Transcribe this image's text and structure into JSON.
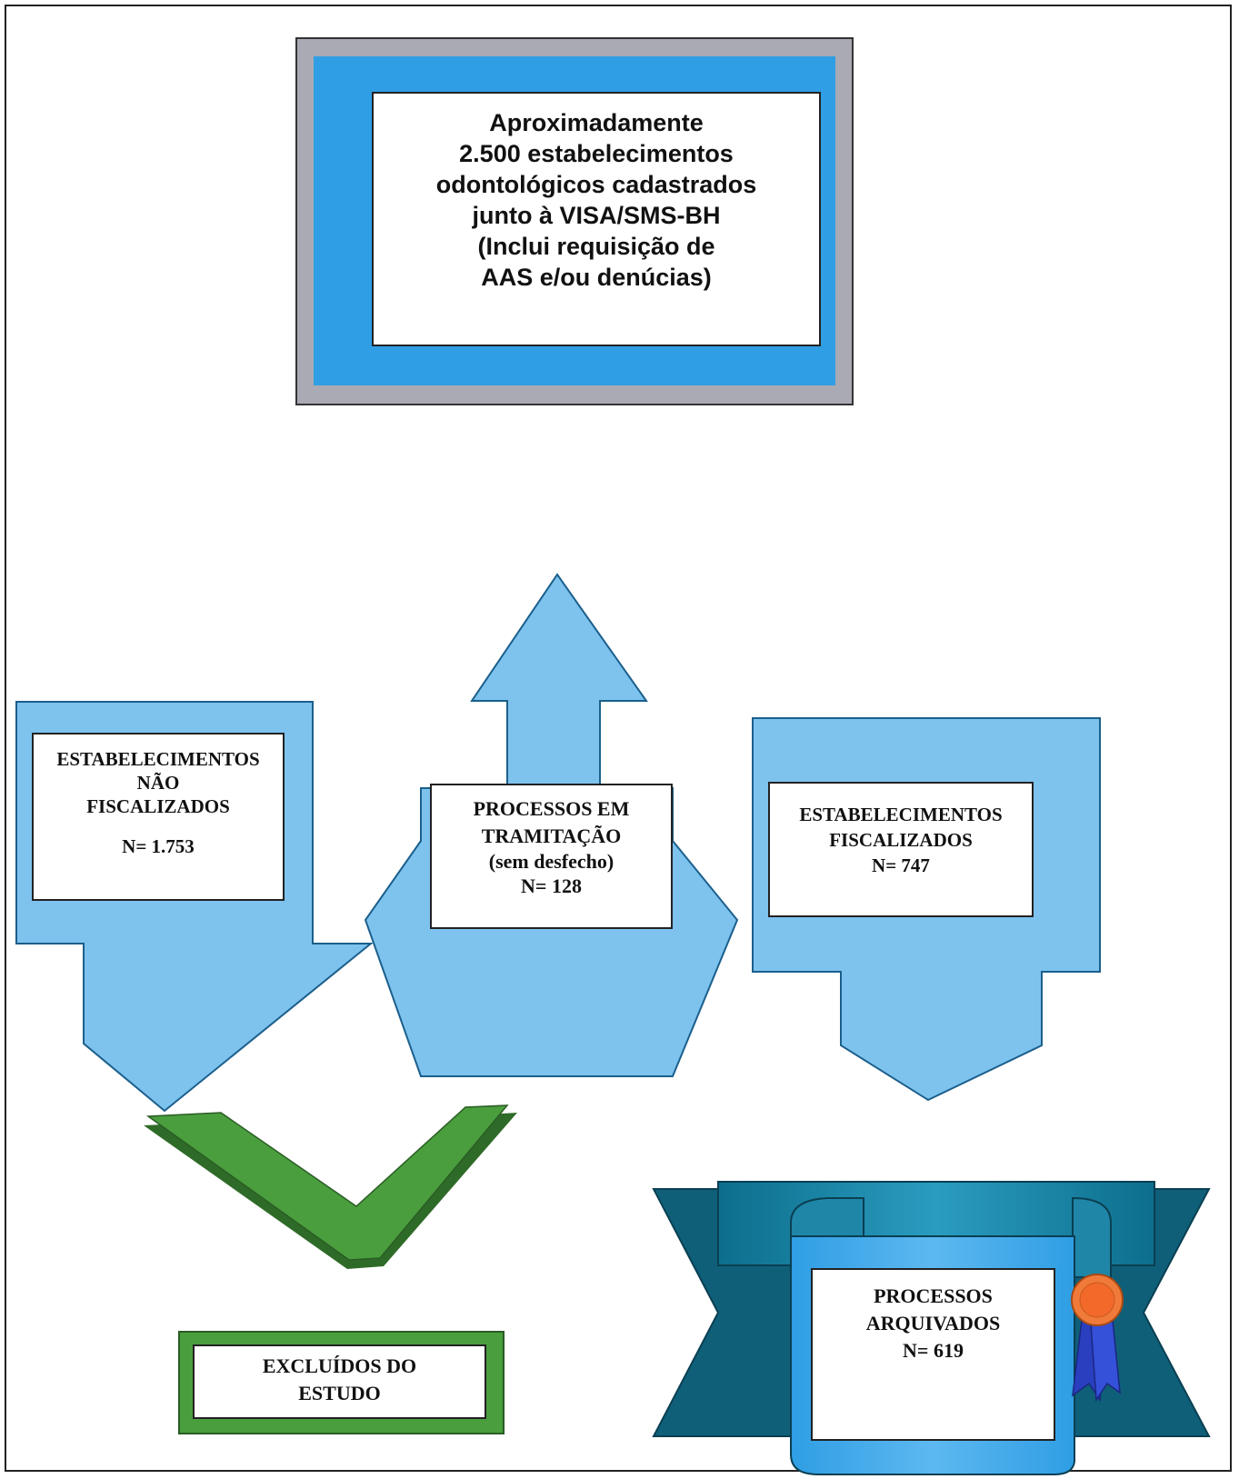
{
  "top_box": {
    "lines": [
      "Aproximadamente",
      "2.500 estabelecimentos",
      "odontológicos cadastrados",
      "junto à VISA/SMS-BH",
      "(Inclui requisição de",
      "AAS e/ou denúcias)"
    ]
  },
  "left_box": {
    "lines": [
      "ESTABELECIMENTOS",
      "NÃO",
      "FISCALIZADOS"
    ],
    "count": "N= 1.753"
  },
  "center_box": {
    "lines": [
      "PROCESSOS EM",
      "TRAMITAÇÃO",
      "(sem desfecho)",
      "N= 128"
    ]
  },
  "right_box": {
    "lines": [
      "ESTABELECIMENTOS",
      "FISCALIZADOS",
      "N= 747"
    ]
  },
  "excluded_box": {
    "lines": [
      "EXCLUÍDOS DO",
      "ESTUDO"
    ]
  },
  "archived_box": {
    "lines": [
      "PROCESSOS",
      "ARQUIVADOS",
      "N= 619"
    ]
  },
  "colors": {
    "blue": "#2f9ee4",
    "light_blue": "#7ec2ee",
    "green": "#4a9e3e",
    "dark_green": "#2f6b28",
    "teal": "#1f86a8",
    "dark_teal": "#0f5f79",
    "gray": "#a9aab4"
  }
}
